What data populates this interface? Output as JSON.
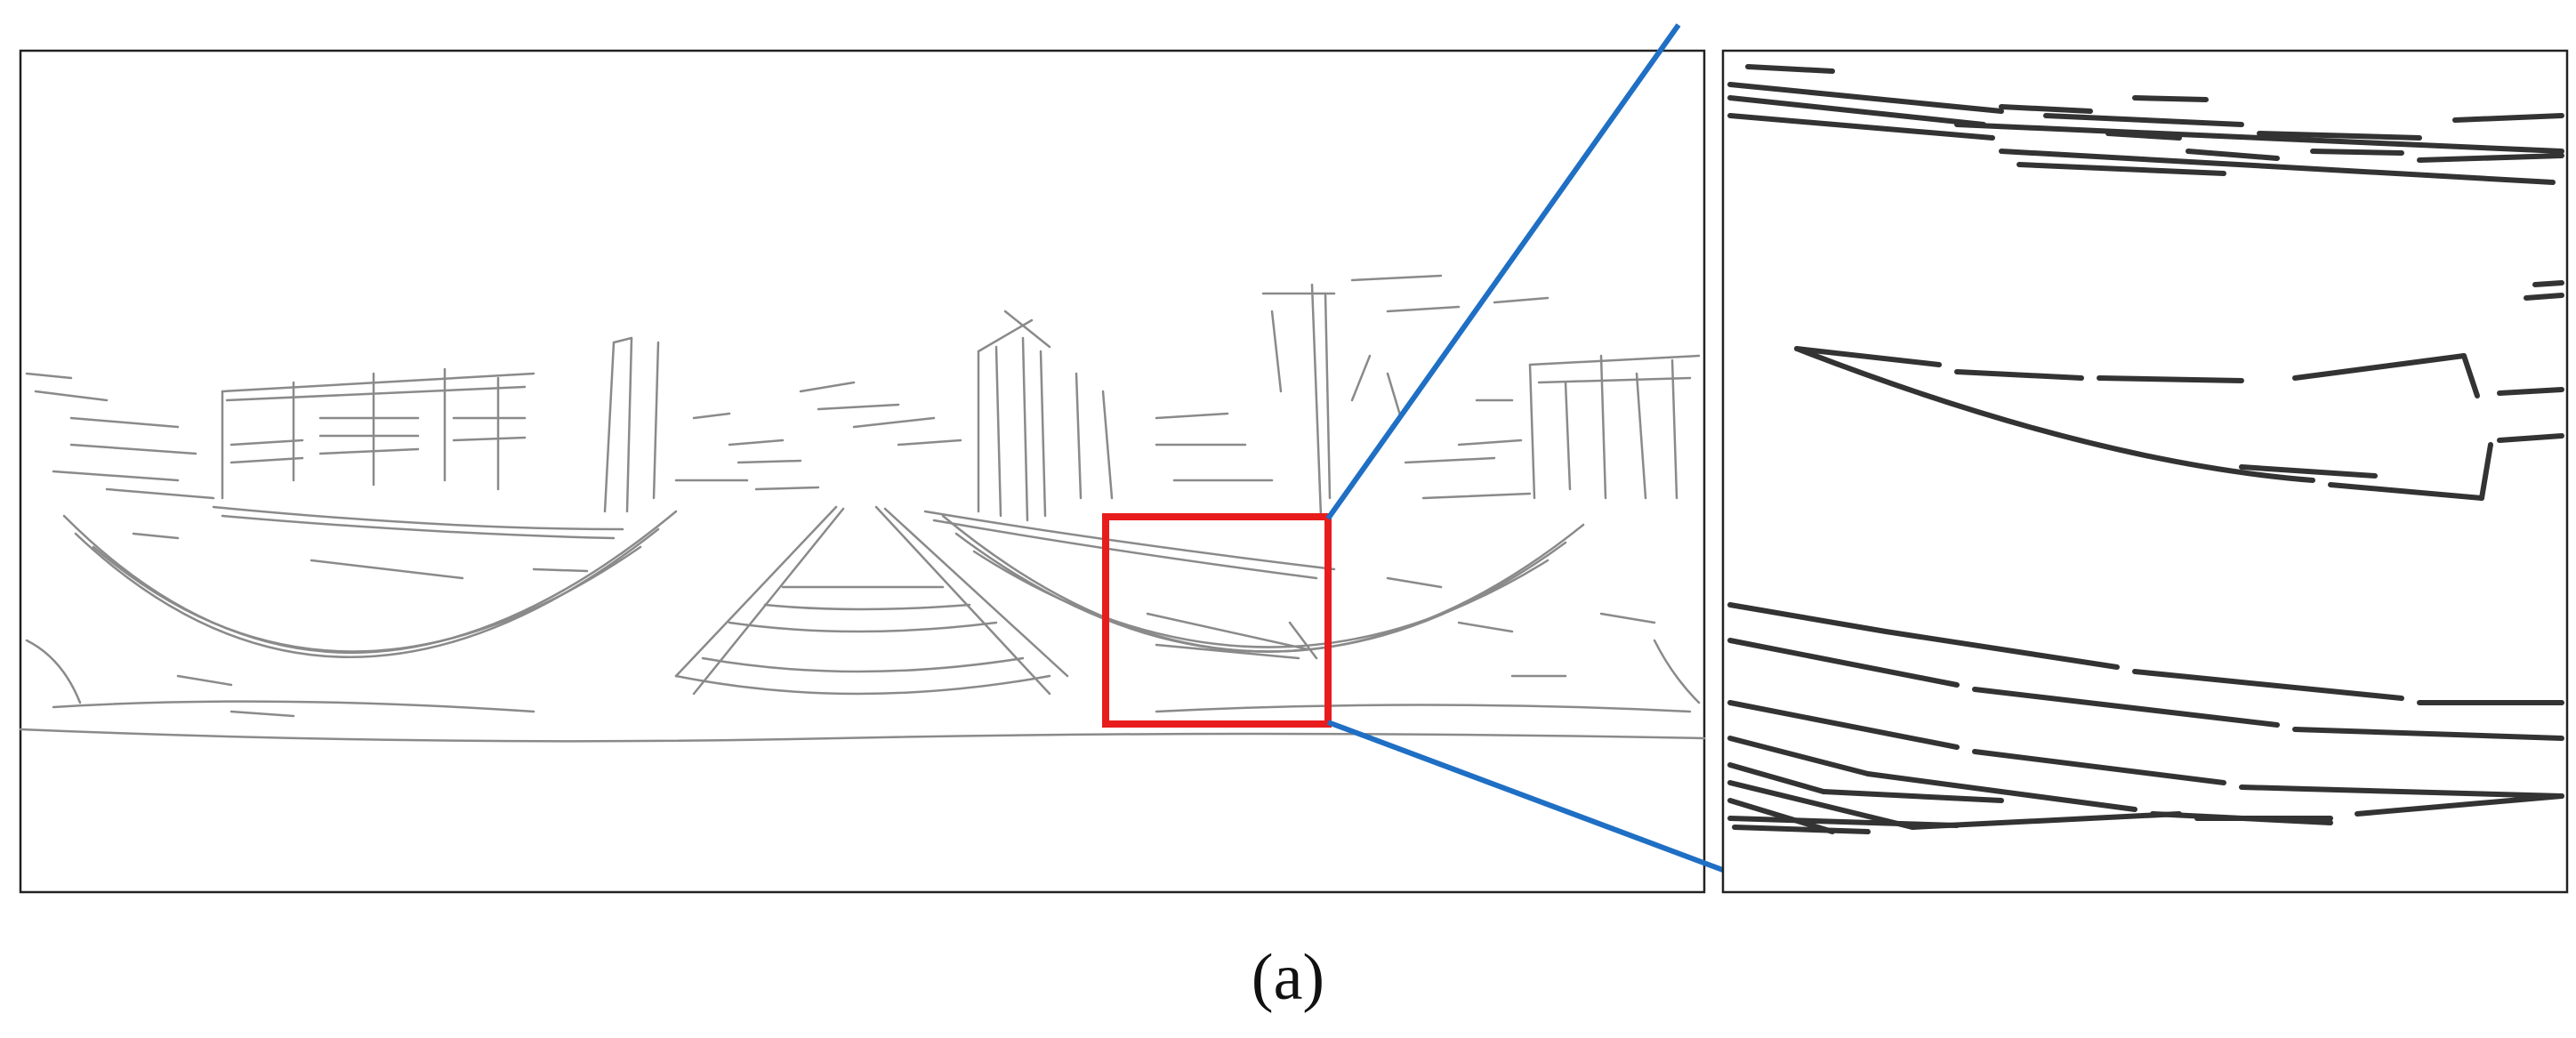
{
  "caption": "(a)",
  "colors": {
    "panel_border": "#222222",
    "line_drawing": "#8a8a8a",
    "zoom_lines": "#333333",
    "highlight_box": "#e81c1c",
    "connector": "#1f6fc4",
    "background": "#ffffff"
  },
  "panels": {
    "left": "panoramic-line-map",
    "right": "zoomed-detail"
  }
}
